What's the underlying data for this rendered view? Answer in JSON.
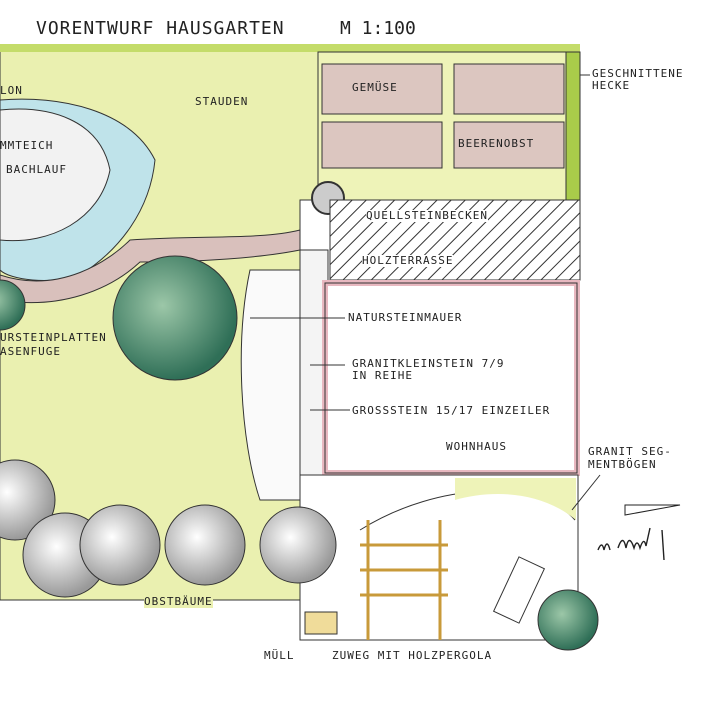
{
  "title": "VORENTWURF HAUSGARTEN",
  "scale": "M 1:100",
  "labels": {
    "balkon": "LON",
    "teich": "MMTEICH",
    "bachlauf": "BACHLAUF",
    "stauden": "STAUDEN",
    "gemuese": "GEMÜSE",
    "beerenobst": "BEERENOBST",
    "hecke_1": "GESCHNITTENE",
    "hecke_2": "HECKE",
    "quellstein": "QUELLSTEINBECKEN",
    "holzterrasse": "HOLZTERRASSE",
    "natursteinmauer": "NATURSTEINMAUER",
    "granitklein_1": "GRANITKLEINSTEIN 7/9",
    "granitklein_2": "IN REIHE",
    "grossstein": "GROSSSTEIN 15/17 EINZEILER",
    "wohnhaus": "WOHNHAUS",
    "segment_1": "GRANIT SEG-",
    "segment_2": "MENTBÖGEN",
    "platten_1": "URSTEINPLATTEN",
    "platten_2": "ASENFUGE",
    "obstbaeume": "OBSTBÄUME",
    "muell": "MÜLL",
    "zuweg": "ZUWEG MIT HOLZPERGOLA"
  },
  "signature": "M. Meinzl",
  "colors": {
    "lawn": "#e8efa8",
    "hedge": "#b8d45a",
    "bed": "#dcc6c0",
    "water": "#a9dbe6",
    "tree": "#4f8a6e",
    "house_wall": "#f0c8cc"
  }
}
